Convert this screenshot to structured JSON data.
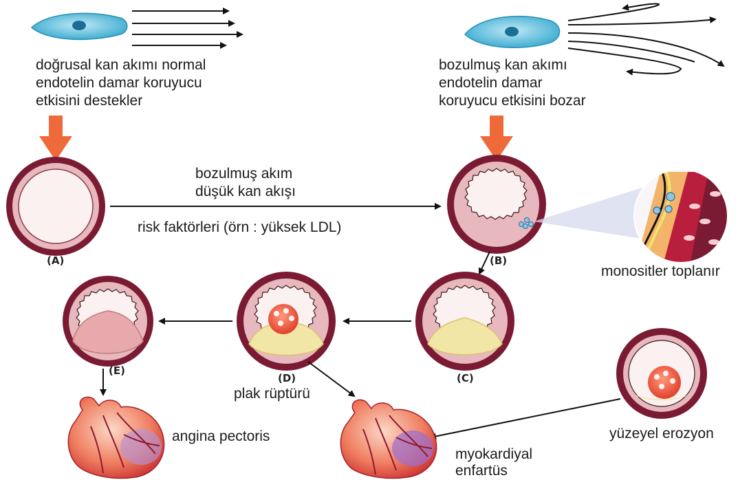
{
  "top_left": {
    "caption": [
      "doğrusal kan akımı normal",
      "endotelin damar koruyucu",
      "etkisini destekler"
    ]
  },
  "top_right": {
    "caption": [
      "bozulmuş kan akımı",
      "endotelin  damar",
      "koruyucu etkisini bozar"
    ]
  },
  "main_arrow": {
    "label_top": [
      "bozulmuş  akım",
      "düşük kan akışı"
    ],
    "label_bottom": "risk faktörleri (örn : yüksek LDL)"
  },
  "stages": {
    "a": "(A)",
    "b": "(B)",
    "c": "(C)",
    "d": "(D)",
    "e": "(E)"
  },
  "labels": {
    "monocytes": "monositler toplanır",
    "rupture": "plak rüptürü",
    "angina": "angina pectoris",
    "mi": [
      "myokardiyal",
      "enfartüs"
    ],
    "erosion": "yüzeyel erozyon"
  },
  "colors": {
    "vessel_wall": "#7a1a33",
    "vessel_media": "#e7b8bd",
    "lumen": "#fbf1f1",
    "arrow_orange": "#ef6a3a",
    "cell_blue": "#3aaed2",
    "plaque_yellow": "#f2e6a6",
    "thrombus": "#e8553a"
  }
}
